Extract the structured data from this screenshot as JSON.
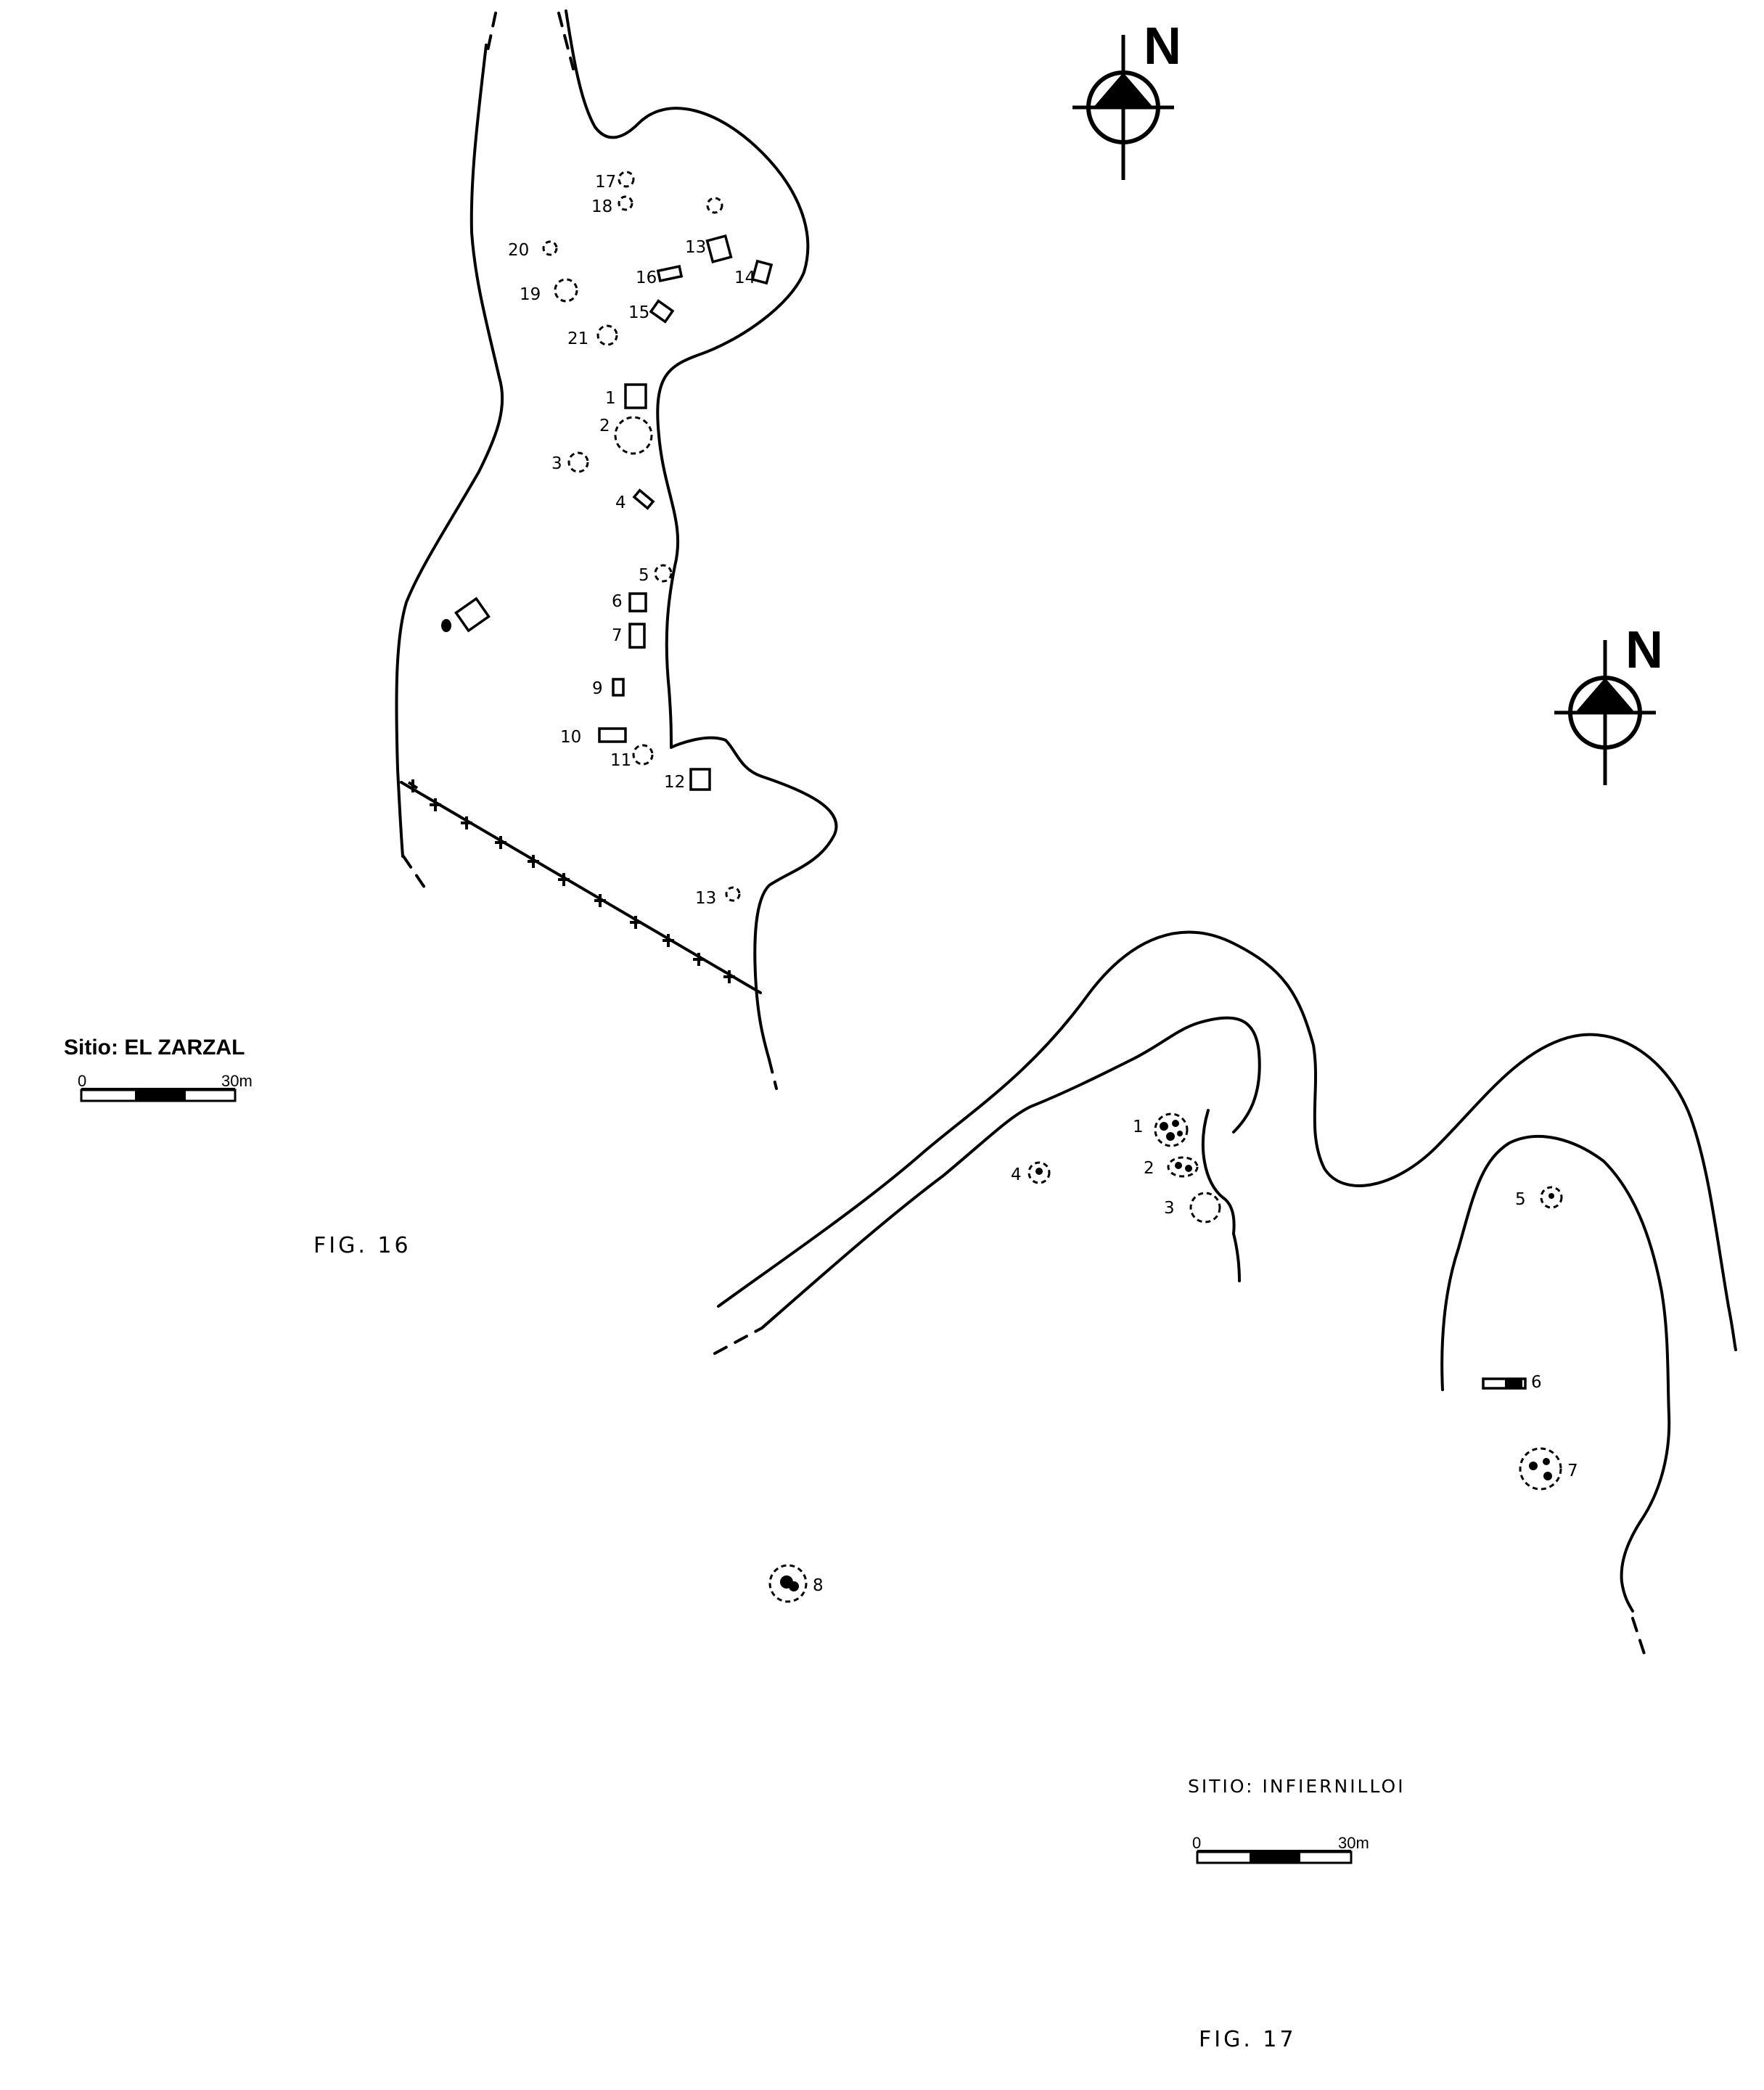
{
  "fig16": {
    "site_title": "Sitio: EL ZARZAL",
    "fig_label": "FIG. 16",
    "north_label": "N",
    "scale": {
      "start": "0",
      "end": "30m"
    },
    "feature_labels": [
      "1",
      "2",
      "3",
      "4",
      "5",
      "6",
      "7",
      "9",
      "10",
      "11",
      "12",
      "13",
      "13",
      "14",
      "15",
      "16",
      "17",
      "18",
      "19",
      "20",
      "21"
    ]
  },
  "fig17": {
    "site_title": "SITIO: INFIERNILLOI",
    "fig_label": "FIG. 17",
    "north_label": "N",
    "scale": {
      "start": "0",
      "end": "30m"
    },
    "feature_labels": [
      "1",
      "2",
      "3",
      "4",
      "5",
      "6",
      "7",
      "8"
    ]
  },
  "colors": {
    "ink": "#000000",
    "paper": "#ffffff"
  },
  "icons": [
    "north-arrow-icon",
    "scale-bar-icon"
  ]
}
